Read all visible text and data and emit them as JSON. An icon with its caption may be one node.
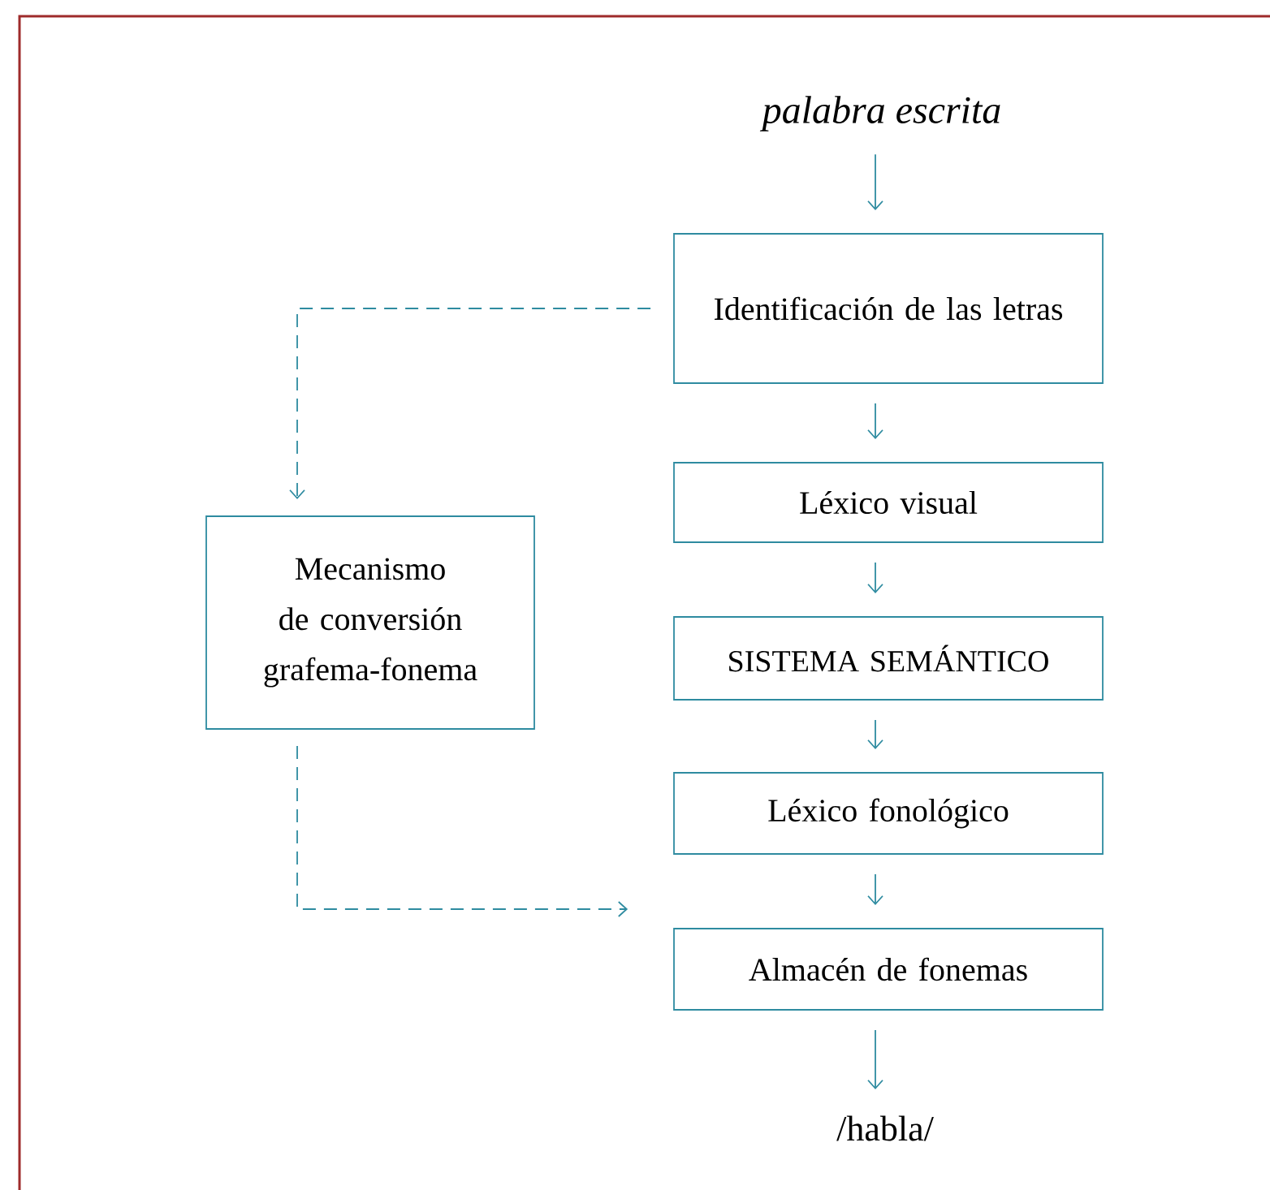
{
  "diagram": {
    "nodes": [
      {
        "text": [
          "palabra escrita"
        ]
      },
      {
        "text": [
          "Identificación de las letras"
        ]
      },
      {
        "text": [
          "Léxico visual"
        ]
      },
      {
        "text": [
          "SISTEMA SEMÁNTICO"
        ]
      },
      {
        "text": [
          "Léxico fonológico"
        ]
      },
      {
        "text": [
          "Almacén de fonemas"
        ]
      },
      {
        "text": [
          "/habla/"
        ]
      },
      {
        "text": [
          "Mecanismo de conversión grafema-fonema"
        ]
      }
    ],
    "edges": [
      {
        "from": 0,
        "to": 1,
        "arrow": "to"
      },
      {
        "from": 1,
        "to": 2,
        "arrow": "to"
      },
      {
        "from": 2,
        "to": 3,
        "arrow": "to"
      },
      {
        "from": 3,
        "to": 4,
        "arrow": "to"
      },
      {
        "from": 4,
        "to": 5,
        "arrow": "to"
      },
      {
        "from": 5,
        "to": 6,
        "arrow": "to"
      },
      {
        "from": 1,
        "to": 7,
        "arrow": "to",
        "style": "dashed"
      },
      {
        "from": 7,
        "to": 5,
        "arrow": "to",
        "style": "dashed"
      }
    ]
  }
}
